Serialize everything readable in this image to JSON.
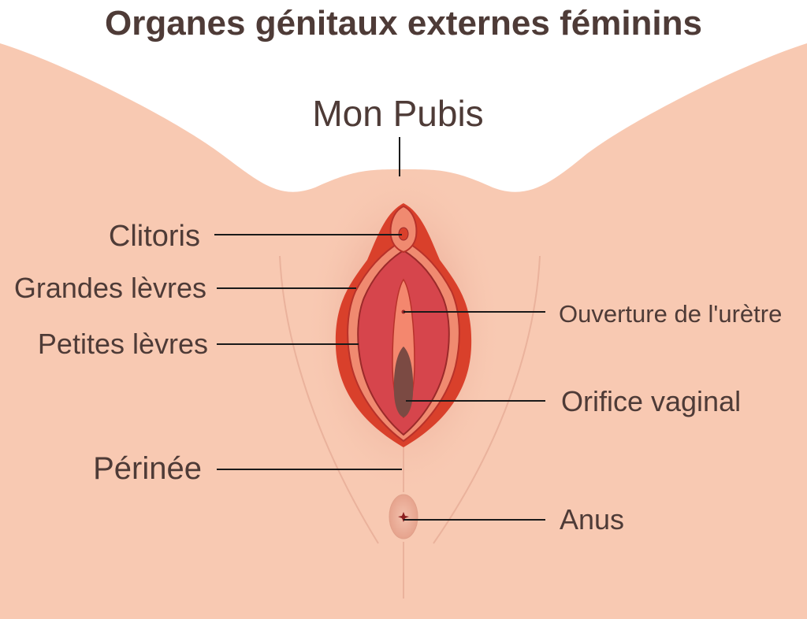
{
  "title": "Organes génitaux externes féminins",
  "labels": {
    "mon_pubis": "Mon Pubis",
    "clitoris": "Clitoris",
    "grandes_levres": "Grandes lèvres",
    "petites_levres": "Petites lèvres",
    "perinee": "Périnée",
    "ouverture_uretre": "Ouverture de l'urètre",
    "orifice_vaginal": "Orifice vaginal",
    "anus": "Anus"
  },
  "colors": {
    "skin": "#f8c9b2",
    "skin_shadow": "#e7a58f",
    "outer_labia": "#d9402b",
    "inner_labia": "#f08a70",
    "vestibule": "#d6454c",
    "urethra_area": "#f4876e",
    "vaginal_opening": "#7b4a43",
    "text": "#4e3b37"
  }
}
